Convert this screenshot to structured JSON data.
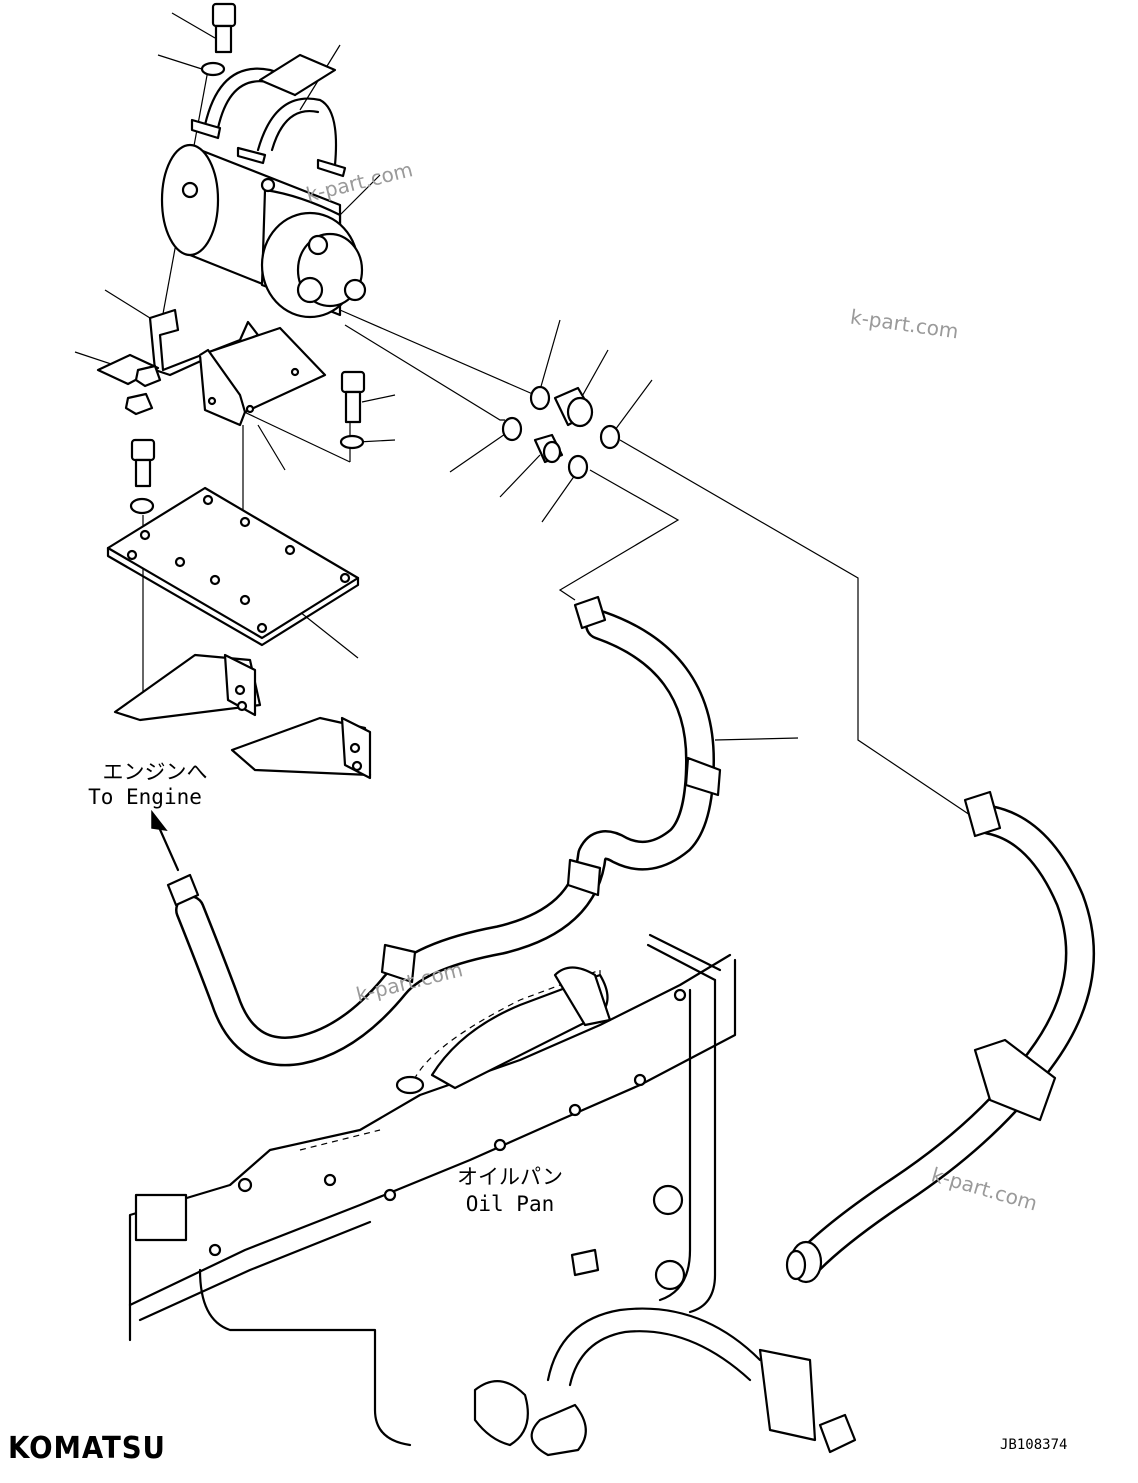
{
  "labels": {
    "to_engine_jp": "エンジンへ",
    "to_engine_en": "To Engine",
    "oil_pan_jp": "オイルパン",
    "oil_pan_en": "Oil Pan"
  },
  "watermarks": [
    "k-part.com",
    "k-part.com",
    "k-part.com",
    "k-part.com"
  ],
  "brand": {
    "logo_text": "KOMATSU"
  },
  "drawing_code": "JB108374"
}
